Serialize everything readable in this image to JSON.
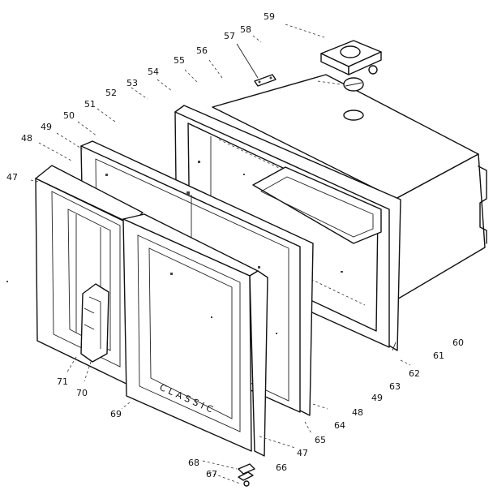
{
  "diagram": {
    "brand_text": "CLASSIC",
    "callouts": [
      {
        "id": "c59",
        "text": "59"
      },
      {
        "id": "c58",
        "text": "58"
      },
      {
        "id": "c57",
        "text": "57"
      },
      {
        "id": "c56",
        "text": "56"
      },
      {
        "id": "c55",
        "text": "55"
      },
      {
        "id": "c54",
        "text": "54"
      },
      {
        "id": "c53",
        "text": "53"
      },
      {
        "id": "c52",
        "text": "52"
      },
      {
        "id": "c51",
        "text": "51"
      },
      {
        "id": "c50",
        "text": "50"
      },
      {
        "id": "c49a",
        "text": "49"
      },
      {
        "id": "c48a",
        "text": "48"
      },
      {
        "id": "c47a",
        "text": "47"
      },
      {
        "id": "c60",
        "text": "60"
      },
      {
        "id": "c61",
        "text": "61"
      },
      {
        "id": "c62",
        "text": "62"
      },
      {
        "id": "c63",
        "text": "63"
      },
      {
        "id": "c49b",
        "text": "49"
      },
      {
        "id": "c48b",
        "text": "48"
      },
      {
        "id": "c64",
        "text": "64"
      },
      {
        "id": "c65",
        "text": "65"
      },
      {
        "id": "c47b",
        "text": "47"
      },
      {
        "id": "c66",
        "text": "66"
      },
      {
        "id": "c67",
        "text": "67"
      },
      {
        "id": "c68",
        "text": "68"
      },
      {
        "id": "c69",
        "text": "69"
      },
      {
        "id": "c70",
        "text": "70"
      },
      {
        "id": "c71",
        "text": "71"
      }
    ]
  }
}
